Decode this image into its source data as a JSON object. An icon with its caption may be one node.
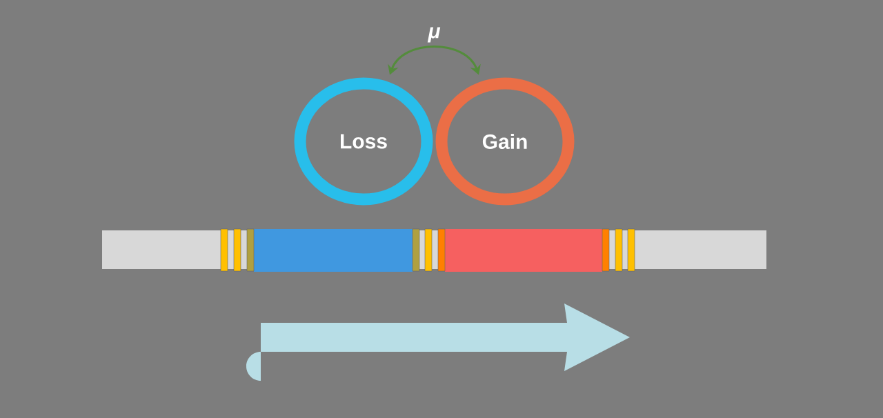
{
  "diagram": {
    "nodes": [
      {
        "text": [
          "Loss"
        ]
      },
      {
        "text": [
          "Gain"
        ]
      }
    ],
    "edges": [
      {
        "from": 0,
        "to": 1,
        "arrow": "both",
        "label": "μ"
      }
    ]
  }
}
